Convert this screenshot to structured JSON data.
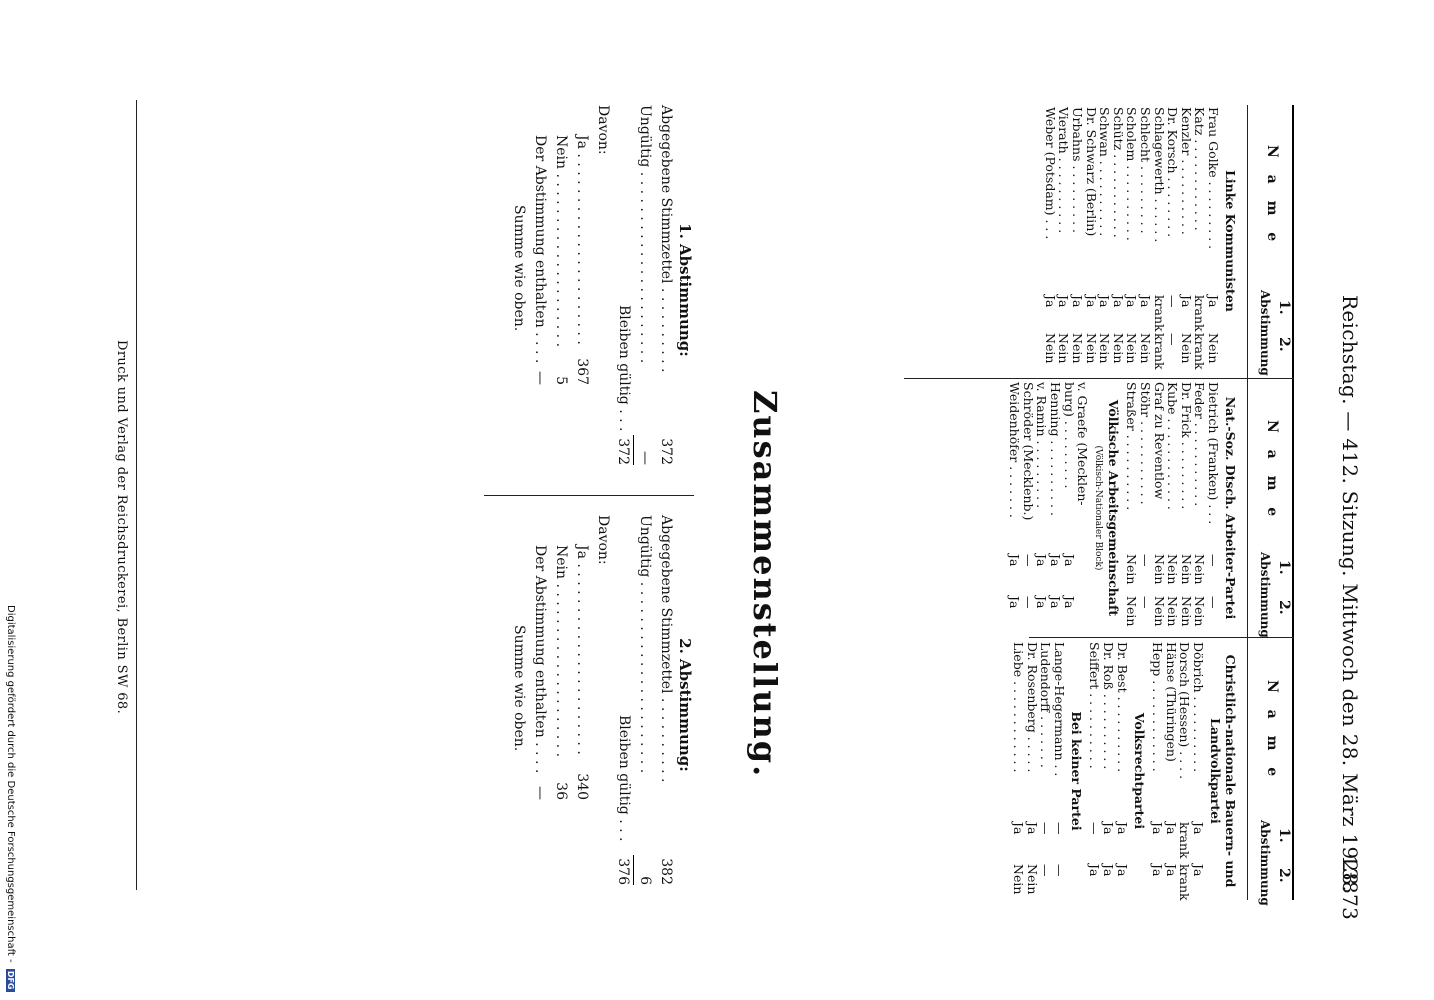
{
  "header": {
    "title": "Reichstag. — 412. Sitzung. Mittwoch den 28. März 1928.",
    "page_number": "13873"
  },
  "table_labels": {
    "name": "N a m e",
    "first": "1.",
    "second": "2.",
    "abstimmung": "Abstimmung"
  },
  "columns": [
    {
      "rows": [
        {
          "type": "group",
          "text": "Linke Kommunisten"
        },
        {
          "type": "person",
          "name": "Frau Golke . . . . . . . . .",
          "v1": "Ja",
          "v2": "Nein"
        },
        {
          "type": "person",
          "name": "Katz . . . . . . . . . . . .",
          "v1": "krank",
          "v2": "krank"
        },
        {
          "type": "person",
          "name": "Kenzler . . . . . . . . . .",
          "v1": "Ja",
          "v2": "Nein"
        },
        {
          "type": "person",
          "name": "Dr. Korsch . . . . . . . .",
          "v1": "—",
          "v2": "—"
        },
        {
          "type": "person",
          "name": "Schlagewerth . . . . . .",
          "v1": "krank",
          "v2": "krank"
        },
        {
          "type": "person",
          "name": "Schlecht . . . . . . . . .",
          "v1": "Ja",
          "v2": "Nein"
        },
        {
          "type": "person",
          "name": "Scholem . . . . . . . . . .",
          "v1": "Ja",
          "v2": "Nein"
        },
        {
          "type": "person",
          "name": "Schütz . . . . . . . . . . .",
          "v1": "Ja",
          "v2": "Nein"
        },
        {
          "type": "person",
          "name": "Schwan . . . . . . . . . .",
          "v1": "Ja",
          "v2": "Nein"
        },
        {
          "type": "person",
          "name": "Dr. Schwarz (Berlin)",
          "v1": "Ja",
          "v2": "Nein"
        },
        {
          "type": "person",
          "name": "Urbahns . . . . . . . . .",
          "v1": "Ja",
          "v2": "Nein"
        },
        {
          "type": "person",
          "name": "Vierath . . . . . . . . . .",
          "v1": "Ja",
          "v2": "Nein"
        },
        {
          "type": "person",
          "name": "Weber (Potsdam) . . .",
          "v1": "Ja",
          "v2": "Nein"
        }
      ]
    },
    {
      "rows": [
        {
          "type": "group",
          "text": "Nat.-Soz. Dtsch. Arbeiter-Partei"
        },
        {
          "type": "person",
          "name": "Dietrich (Franken) . . .",
          "v1": "—",
          "v2": "—"
        },
        {
          "type": "person",
          "name": "Feder . . . . . . . . . . .",
          "v1": "Nein",
          "v2": "Nein"
        },
        {
          "type": "person",
          "name": "Dr. Frick . . . . . . . . .",
          "v1": "Nein",
          "v2": "Nein"
        },
        {
          "type": "person",
          "name": "Kube . . . . . . . . . . . .",
          "v1": "Nein",
          "v2": "Nein"
        },
        {
          "type": "person",
          "name": "Graf zu Reventlow",
          "v1": "Nein",
          "v2": "Nein"
        },
        {
          "type": "person",
          "name": "Stöhr . . . . . . . . . . .",
          "v1": "—",
          "v2": "—"
        },
        {
          "type": "person",
          "name": "Straßer . . . . . . . . . .",
          "v1": "Nein",
          "v2": "Nein"
        },
        {
          "type": "group",
          "text": "Völkische Arbeitsgemeinschaft"
        },
        {
          "type": "sub",
          "text": "(Völkisch-Nationaler Block)"
        },
        {
          "type": "person",
          "name": "v. Graefe (Mecklen-",
          "v1": "",
          "v2": ""
        },
        {
          "type": "person",
          "name": "    burg) . . . . . . . . .",
          "v1": "Ja",
          "v2": "Ja"
        },
        {
          "type": "person",
          "name": "Henning . . . . . . . . . .",
          "v1": "Ja",
          "v2": "Ja"
        },
        {
          "type": "person",
          "name": "v. Ramin . . . . . . . . .",
          "v1": "Ja",
          "v2": "Ja"
        },
        {
          "type": "person",
          "name": "Schröder (Mecklenb.)",
          "v1": "—",
          "v2": "—"
        },
        {
          "type": "person",
          "name": "Weidenhöfer . . . . . . .",
          "v1": "Ja",
          "v2": "Ja"
        }
      ]
    },
    {
      "rows": [
        {
          "type": "group",
          "text": "Christlich-nationale Bauern- und Landvolkpartei"
        },
        {
          "type": "person",
          "name": "Döbrich . . . . . . . . . .",
          "v1": "Ja",
          "v2": "Ja"
        },
        {
          "type": "person",
          "name": "Dorsch (Hessen) . . . .",
          "v1": "krank",
          "v2": "krank"
        },
        {
          "type": "person",
          "name": "Hänse (Thüringen)",
          "v1": "Ja",
          "v2": "Ja"
        },
        {
          "type": "person",
          "name": "Hepp . . . . . . . . . . . .",
          "v1": "Ja",
          "v2": "Ja"
        },
        {
          "type": "group",
          "text": "Volksrechtpartei"
        },
        {
          "type": "person",
          "name": "Dr. Best . . . . . . . . . .",
          "v1": "Ja",
          "v2": "Ja"
        },
        {
          "type": "person",
          "name": "Dr. Roß . . . . . . . . . .",
          "v1": "Ja",
          "v2": "Ja"
        },
        {
          "type": "person",
          "name": "Seiffert . . . . . . . . . .",
          "v1": "—",
          "v2": "Ja"
        },
        {
          "type": "group",
          "text": "Bei keiner Partei"
        },
        {
          "type": "person",
          "name": "Lange-Hegermann . .",
          "v1": "—",
          "v2": "—"
        },
        {
          "type": "person",
          "name": "Ludendorff . . . . . . .",
          "v1": "—",
          "v2": "—"
        },
        {
          "type": "person",
          "name": "Dr. Rosenberg . . . . .",
          "v1": "Ja",
          "v2": "Nein"
        },
        {
          "type": "person",
          "name": "Liebe . . . . . . . . . . . .",
          "v1": "Ja",
          "v2": "Nein"
        }
      ]
    }
  ],
  "summary": {
    "title": "Zusammenstellung.",
    "votes": [
      {
        "heading": "1. Abstimmung:",
        "abgegeben_label": "Abgegebene Stimmzettel . . . . . . . . . .",
        "abgegeben": "372",
        "ungueltig_label": "Ungültig . . . . . . . . . . . . . . . . . . . . . .",
        "ungueltig": "—",
        "gueltig_label": "Bleiben gültig . . .",
        "gueltig": "372",
        "davon_label": "Davon:",
        "ja_label": "Ja . . . . . . . . . . . . . . . . . . . . . .",
        "ja": "367",
        "nein_label": "Nein . . . . . . . . . . . . . . . . . . . .",
        "nein": "5",
        "enthalten_label": "Der Abstimmung enthalten . . . .",
        "enthalten": "—",
        "summe_label": "Summe wie oben."
      },
      {
        "heading": "2. Abstimmung:",
        "abgegeben_label": "Abgegebene Stimmzettel . . . . . . . . . .",
        "abgegeben": "382",
        "ungueltig_label": "Ungültig . . . . . . . . . . . . . . . . . . . . . .",
        "ungueltig": "6",
        "gueltig_label": "Bleiben gültig . . .",
        "gueltig": "376",
        "davon_label": "Davon:",
        "ja_label": "Ja . . . . . . . . . . . . . . . . . . . . . .",
        "ja": "340",
        "nein_label": "Nein . . . . . . . . . . . . . . . . . . . .",
        "nein": "36",
        "enthalten_label": "Der Abstimmung enthalten . . . .",
        "enthalten": "—",
        "summe_label": "Summe wie oben."
      }
    ]
  },
  "footer": {
    "printer": "Druck und Verlag der Reichsdruckerei, Berlin SW 68."
  },
  "digitization": {
    "text": "Digitalisierung gefördert durch die Deutsche Forschungsgemeinschaft -",
    "badge": "DFG"
  }
}
